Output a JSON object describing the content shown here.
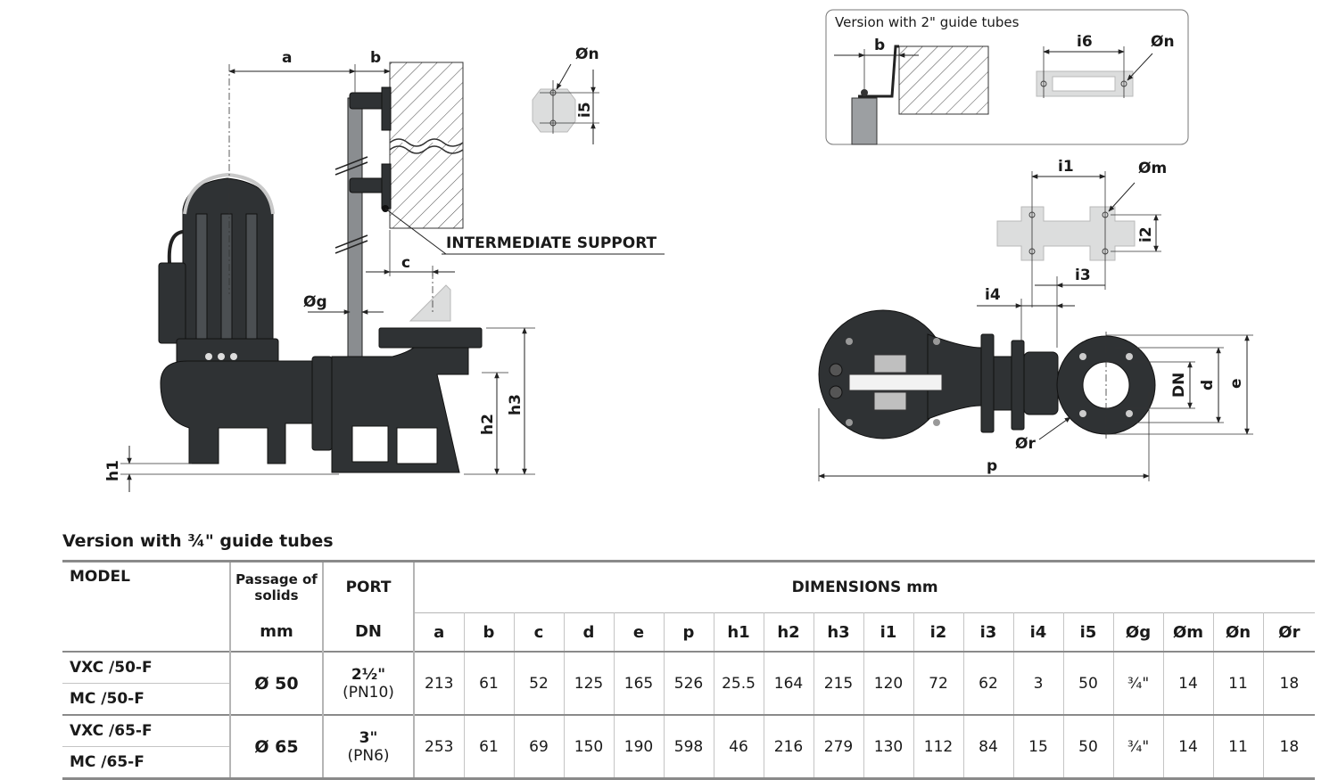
{
  "drawing_labels": {
    "a": "a",
    "b": "b",
    "c": "c",
    "phi_g": "Øg",
    "h1": "h1",
    "h2": "h2",
    "h3": "h3",
    "phi_n": "Øn",
    "i5": "i5",
    "intermediate_support": "INTERMEDIATE SUPPORT",
    "version_2in": "Version with 2\" guide tubes",
    "b2": "b",
    "i6": "i6",
    "phi_n2": "Øn",
    "i1": "i1",
    "phi_m": "Øm",
    "i2": "i2",
    "i3": "i3",
    "i4": "i4",
    "dn": "DN",
    "d": "d",
    "e": "e",
    "phi_r": "Ør",
    "p": "p"
  },
  "table": {
    "title": "Version with ¾\" guide tubes",
    "headers": {
      "model": "MODEL",
      "passage": "Passage of solids",
      "port": "PORT",
      "dimensions": "DIMENSIONS mm",
      "passage_unit": "mm",
      "port_unit": "DN",
      "dim_cols": [
        "a",
        "b",
        "c",
        "d",
        "e",
        "p",
        "h1",
        "h2",
        "h3",
        "i1",
        "i2",
        "i3",
        "i4",
        "i5",
        "Øg",
        "Øm",
        "Øn",
        "Ør"
      ]
    },
    "groups": [
      {
        "models": [
          "VXC /50-F",
          "MC /50-F"
        ],
        "passage": "Ø 50",
        "port": "2½\"",
        "port_pn": "(PN10)",
        "values": [
          "213",
          "61",
          "52",
          "125",
          "165",
          "526",
          "25.5",
          "164",
          "215",
          "120",
          "72",
          "62",
          "3",
          "50",
          "¾\"",
          "14",
          "11",
          "18"
        ]
      },
      {
        "models": [
          "VXC /65-F",
          "MC /65-F"
        ],
        "passage": "Ø 65",
        "port": "3\"",
        "port_pn": "(PN6)",
        "values": [
          "253",
          "61",
          "69",
          "150",
          "190",
          "598",
          "46",
          "216",
          "279",
          "130",
          "112",
          "84",
          "15",
          "50",
          "¾\"",
          "14",
          "11",
          "18"
        ]
      }
    ]
  }
}
